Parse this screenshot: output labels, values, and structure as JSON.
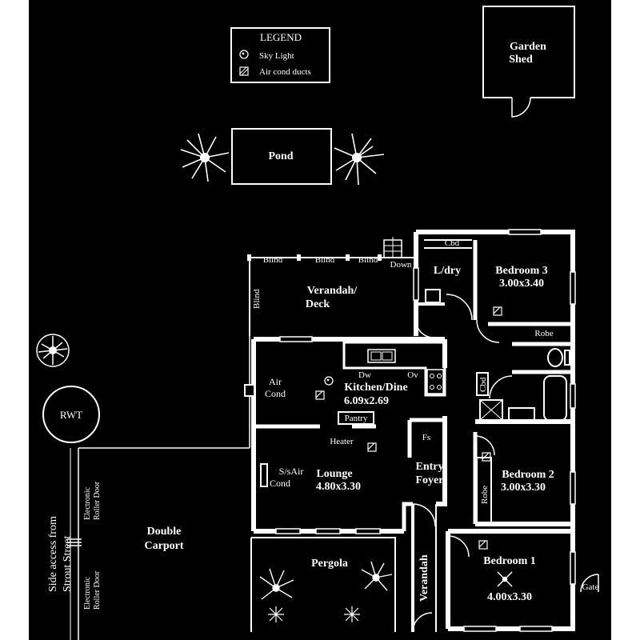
{
  "legend": {
    "title": "LEGEND",
    "items": [
      {
        "icon": "sky-light-icon",
        "label": "Sky Light"
      },
      {
        "icon": "air-cond-duct-icon",
        "label": "Air cond ducts"
      }
    ]
  },
  "outdoor": {
    "garden_shed": [
      "Garden",
      "Shed"
    ],
    "pond": "Pond",
    "rwt": "RWT",
    "double_carport": [
      "Double",
      "Carport"
    ],
    "pergola": "Pergola",
    "side_access": [
      "Side access from",
      "Strout Street"
    ],
    "electronic_roller_door": [
      "Electronic",
      "Roller Door"
    ],
    "gate": "Gate"
  },
  "rooms": {
    "verandah_deck": [
      "Verandah/",
      "Deck"
    ],
    "blind": "Blind",
    "down": "Down",
    "ldry": "L/dry",
    "cbd": "Cbd",
    "bedroom3": {
      "name": "Bedroom 3",
      "size": "3.00x3.40"
    },
    "robe": "Robe",
    "kitchen": {
      "name": "Kitchen/Dine",
      "size": "6.09x2.69"
    },
    "dw": "Dw",
    "ov": "Ov",
    "air_cond": [
      "Air",
      "Cond"
    ],
    "pantry": "Pantry",
    "heater": "Heater",
    "fs": "Fs",
    "lounge": {
      "name": "Lounge",
      "size": "4.80x3.30"
    },
    "ssair_cond": [
      "S/sAir",
      "Cond"
    ],
    "entry_foyer": [
      "Entry",
      "Foyer"
    ],
    "bedroom2": {
      "name": "Bedroom 2",
      "size": "3.00x3.30"
    },
    "bedroom1": {
      "name": "Bedroom 1",
      "size": "4.00x3.30"
    },
    "verandah": "Verandah"
  },
  "colors": {
    "background": "#000000",
    "lines": "#ffffff"
  }
}
